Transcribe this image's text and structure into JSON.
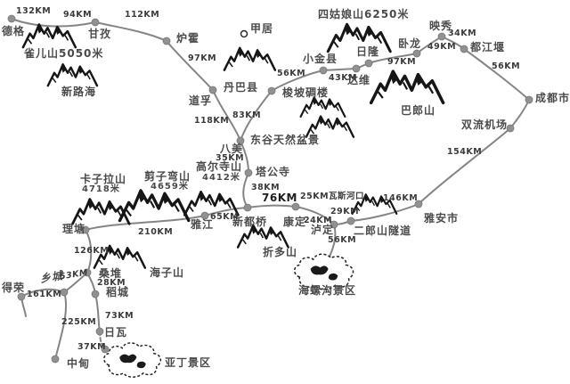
{
  "towns": {
    "dege": "德格",
    "ganzi": "甘孜",
    "luhuo": "炉霍",
    "daofu": "道孚",
    "bamei": "八美",
    "tagongsi": "塔公寺",
    "xinduqiao": "新都桥",
    "yajiang": "雅江",
    "kangding": "康定",
    "luding": "泸定",
    "erlangshan_tunnel": "二郎山隧道",
    "yaan": "雅安市",
    "chengdu": "成都市",
    "shuangliu_airport": "双流机场",
    "yingxiu": "映秀",
    "dujiangyan": "都江堰",
    "wolong": "卧龙",
    "rilong": "日隆",
    "dawei": "达维",
    "xiaojin": "小金县",
    "danba": "丹巴县",
    "jiaju": "甲居",
    "litang": "理塘",
    "sangdui": "桑堆",
    "daocheng": "稻城",
    "xiangcheng": "乡城",
    "derong": "得荣",
    "riwa": "日瓦",
    "zhongdian": "中甸"
  },
  "scenic": {
    "siguniangshan": "四姑娘山6250米",
    "queershan": "雀儿山5050米",
    "xinluhai": "新路海",
    "suopo_diaolou": "梭坡碉楼",
    "donggu": "东谷天然盆景",
    "gaoersishan": "高尔寺山",
    "gaoersishan_elev": "4412米",
    "jianziwanshan": "剪子弯山",
    "jianziwanshan_elev": "4659米",
    "kazilashan": "卡子拉山",
    "kazilashan_elev": "4718米",
    "balangshan": "巴郎山",
    "zheduoshan": "折多山",
    "haizishan": "海子山",
    "hailuogou": "海螺沟景区",
    "yading": "亚丁景区"
  },
  "distances": {
    "dege_west": "132KM",
    "dege_ganzi": "94KM",
    "ganzi_luhuo": "112KM",
    "luhuo_daofu": "97KM",
    "daofu_bamei": "118KM",
    "danba_bamei": "83KM",
    "bamei_tagongsi": "35KM",
    "tagongsi_xinduqiao": "38KM",
    "xinduqiao_kangding": "76KM",
    "yajiang_xinduqiao": "65KM",
    "litang_yajiang": "210KM",
    "litang_sangdui": "126KM",
    "sangdui_xiangcheng": "53KM",
    "sangdui_daocheng": "28KM",
    "xiangcheng_derong": "161KM",
    "xiangcheng_zhongdian": "225KM",
    "daocheng_riwa": "73KM",
    "riwa_yading": "37KM",
    "kangding_wasihekou": "25KM瓦斯河口",
    "wasihekou_luding": "24KM",
    "luding_erlangshan": "29KM",
    "luding_hailuogou": "56KM",
    "erlangshan_yaan": "146KM",
    "danba_xiaojin": "56KM",
    "xiaojin_dawei": "43KM",
    "rilong_wolong": "97KM",
    "wolong_yingxiu": "49KM",
    "yingxiu_dujiangyan": "34KM",
    "dujiangyan_chengdu": "56KM",
    "shuangliu_yaan": "154KM"
  },
  "colors": {
    "background": "#ffffff",
    "road": "#858585",
    "node": "#919191",
    "text": "#4c4c4c",
    "mountain_ink": "#161616"
  }
}
